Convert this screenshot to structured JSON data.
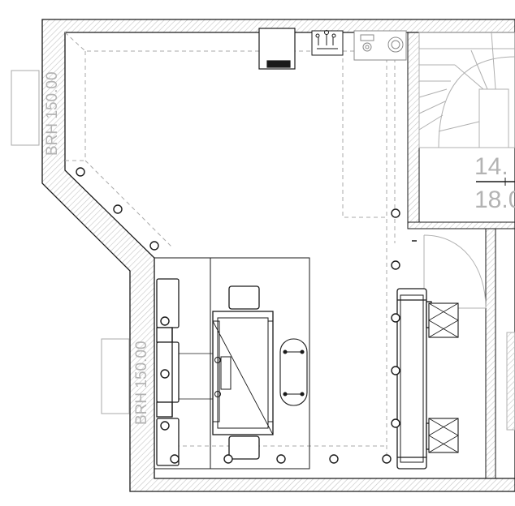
{
  "wall_labels": {
    "left_upper": "BRH 150.00",
    "left_lower": "BRH 150.00"
  },
  "room_label": {
    "area": "14.",
    "height": "18.0"
  },
  "colors": {
    "wall_outline": "#1a1a1a",
    "hatch": "#bdbdbd",
    "dashed": "#a8a8a8",
    "label_gray": "#b3b3b3",
    "furniture": "#1a1a1a"
  }
}
